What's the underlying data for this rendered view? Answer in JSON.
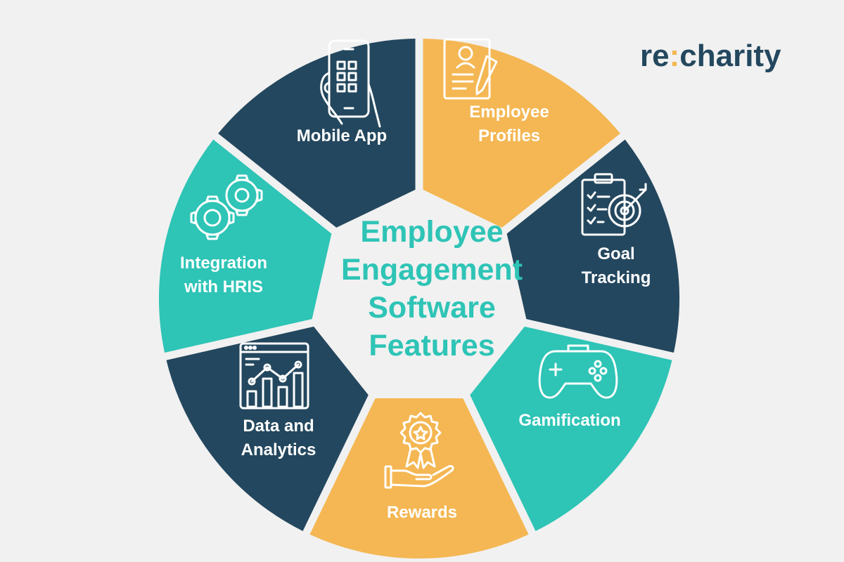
{
  "logo": {
    "prefix": "re",
    "separator": ":",
    "suffix": "charity"
  },
  "center_title": [
    "Employee",
    "Engagement",
    "Software",
    "Features"
  ],
  "colors": {
    "navy": "#23475e",
    "teal": "#2ec4b6",
    "gold": "#f4b753",
    "background": "#f1f1f1"
  },
  "segments": [
    {
      "id": "employee-profiles",
      "lines": [
        "Employee",
        "Profiles"
      ],
      "icon": "resume-pencil-icon",
      "color": "#f4b753"
    },
    {
      "id": "goal-tracking",
      "lines": [
        "Goal",
        "Tracking"
      ],
      "icon": "clipboard-target-icon",
      "color": "#23475e"
    },
    {
      "id": "gamification",
      "lines": [
        "Gamification"
      ],
      "icon": "gamepad-icon",
      "color": "#2ec4b6"
    },
    {
      "id": "rewards",
      "lines": [
        "Rewards"
      ],
      "icon": "award-hand-icon",
      "color": "#f4b753"
    },
    {
      "id": "data-analytics",
      "lines": [
        "Data and",
        "Analytics"
      ],
      "icon": "analytics-chart-icon",
      "color": "#23475e"
    },
    {
      "id": "integration-hris",
      "lines": [
        "Integration",
        "with HRIS"
      ],
      "icon": "gears-icon",
      "color": "#2ec4b6"
    },
    {
      "id": "mobile-app",
      "lines": [
        "Mobile App"
      ],
      "icon": "mobile-phone-icon",
      "color": "#23475e"
    }
  ]
}
